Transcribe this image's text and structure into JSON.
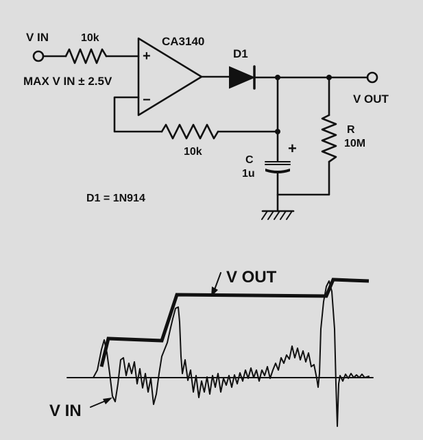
{
  "schematic": {
    "vin_label": "V IN",
    "max_vin_label": "MAX V IN ± 2.5V",
    "r_in_label": "10k",
    "opamp_label": "CA3140",
    "opamp_plus": "+",
    "opamp_minus": "−",
    "diode_label": "D1",
    "vout_label": "V OUT",
    "r_fb_label": "10k",
    "cap_plus": "+",
    "cap_name": "C",
    "cap_value": "1u",
    "r_load_name": "R",
    "r_load_value": "10M",
    "diode_note": "D1 = 1N914"
  },
  "waveform": {
    "vout_label": "V OUT",
    "vin_label": "V IN"
  },
  "colors": {
    "background": "#dedede",
    "ink": "#111111"
  }
}
